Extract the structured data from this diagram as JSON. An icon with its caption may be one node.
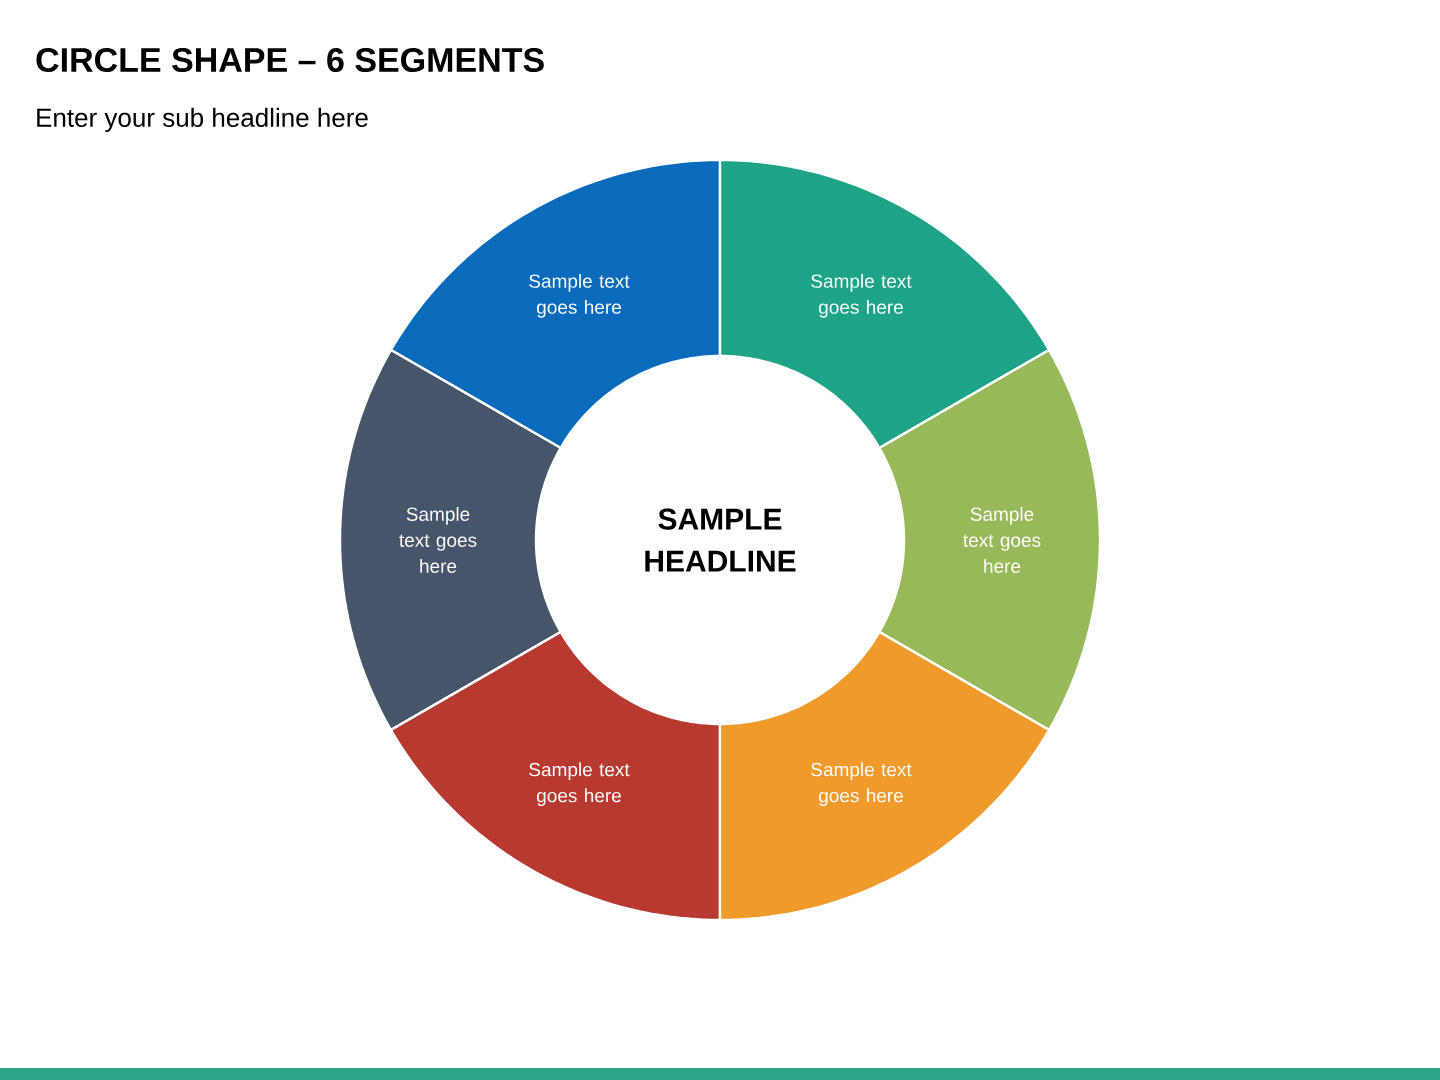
{
  "diagram": {
    "title": "CIRCLE SHAPE – 6 SEGMENTS",
    "caption": "Enter your sub headline here",
    "nodes": [
      {
        "text": [
          "Sample text goes here"
        ]
      },
      {
        "text": [
          "Sample text goes here"
        ]
      },
      {
        "text": [
          "Sample text goes here"
        ]
      },
      {
        "text": [
          "SAMPLE HEADLINE"
        ]
      },
      {
        "text": [
          "Sample text goes here"
        ]
      },
      {
        "text": [
          "Sample text goes here"
        ]
      },
      {
        "text": [
          "Sample text goes here"
        ]
      }
    ]
  }
}
